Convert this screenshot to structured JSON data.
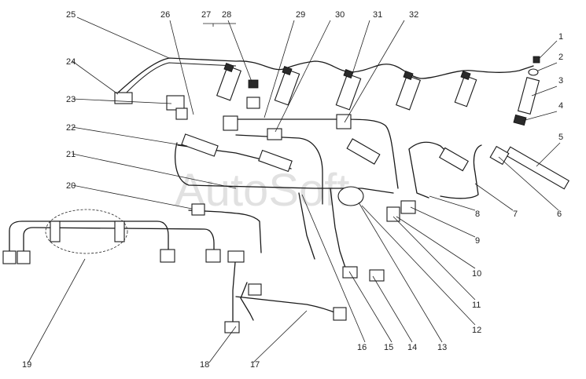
{
  "watermark": "AutoSoft",
  "callouts": [
    "1",
    "2",
    "3",
    "4",
    "5",
    "6",
    "7",
    "8",
    "9",
    "10",
    "11",
    "12",
    "13",
    "14",
    "15",
    "16",
    "17",
    "18",
    "19",
    "20",
    "21",
    "22",
    "23",
    "24",
    "25",
    "26",
    "27",
    "28",
    "29",
    "30",
    "31",
    "32"
  ],
  "colors": {
    "line": "#1a1a1a",
    "background": "#ffffff",
    "watermark": "#c9c9c9"
  }
}
